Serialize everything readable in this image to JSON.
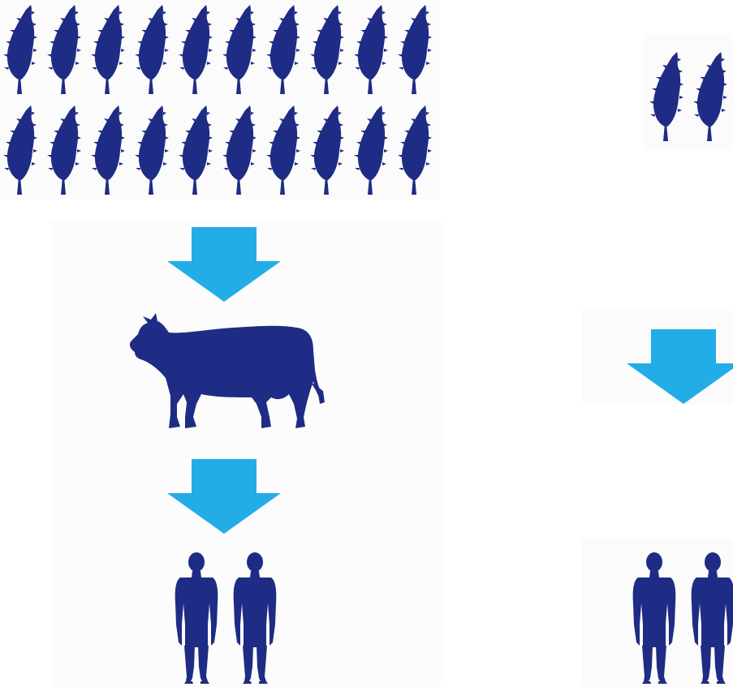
{
  "colors": {
    "figure": "#1f2c85",
    "arrow": "#22ace8",
    "panel_bg": "#fbfbfb",
    "background": "#ffffff"
  },
  "left_chain": {
    "crops": {
      "icon": "wheat-stalk-icon",
      "count": 20
    },
    "animal": {
      "icon": "cow-icon",
      "count": 1
    },
    "people": {
      "icon": "person-icon",
      "count": 2
    },
    "arrows": {
      "icon": "down-arrow-icon",
      "count": 2
    }
  },
  "right_chain": {
    "crops": {
      "icon": "wheat-stalk-icon",
      "count": 2
    },
    "arrows": {
      "icon": "down-arrow-icon",
      "count": 1
    },
    "people": {
      "icon": "person-icon",
      "count": 2
    }
  }
}
